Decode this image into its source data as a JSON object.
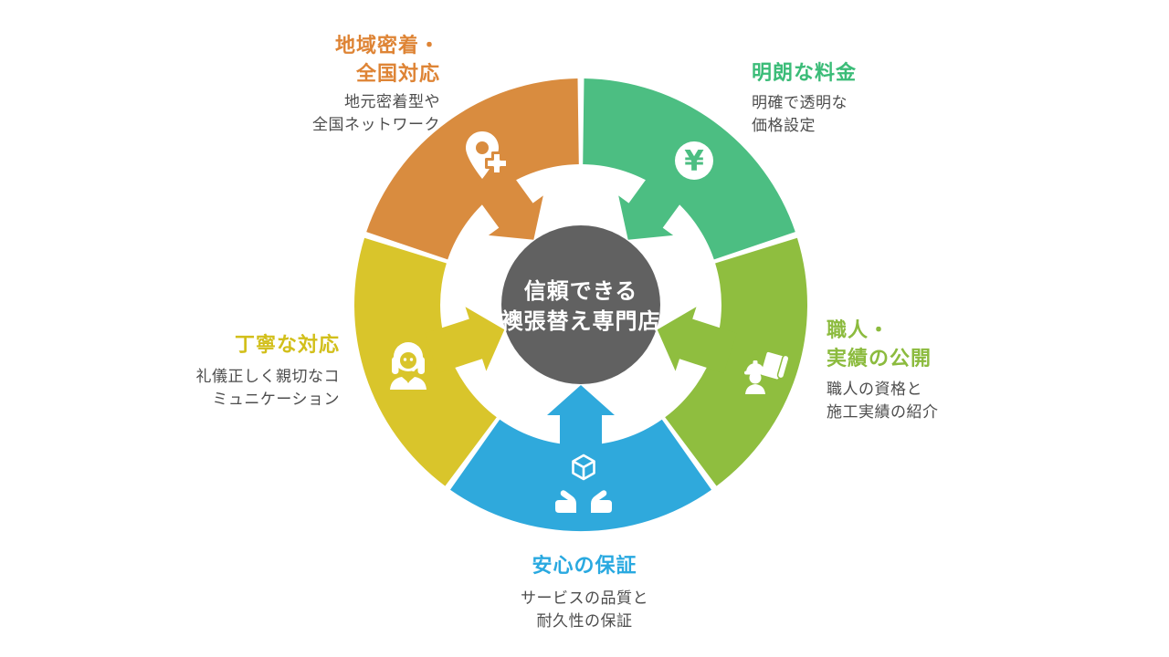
{
  "page": {
    "background": "#ffffff"
  },
  "center": {
    "title": "信頼できる\n襖張替え専門店",
    "bg_color": "#616161",
    "text_color": "#ffffff"
  },
  "colors": {
    "description": "#4D4D4D"
  },
  "segments": [
    {
      "id": "pricing",
      "label": "明朗な料金",
      "description": "明確で透明な\n価格設定",
      "color": "#4CBE82",
      "label_color": "#3BBC78",
      "icon": "yen-coin"
    },
    {
      "id": "craftsman",
      "label": "職人・\n実績の公開",
      "description": "職人の資格と\n施工実績の紹介",
      "color": "#8FBE3F",
      "label_color": "#8CBB3E",
      "icon": "worker-document"
    },
    {
      "id": "guarantee",
      "label": "安心の保証",
      "description": "サービスの品質と\n耐久性の保証",
      "color": "#2FA9DC",
      "label_color": "#29A9E0",
      "icon": "hands-box"
    },
    {
      "id": "polite",
      "label": "丁寧な対応",
      "description": "礼儀正しく親切なコ\nミュニケーション",
      "color": "#D9C52B",
      "label_color": "#D2BF1A",
      "icon": "support-agent"
    },
    {
      "id": "region",
      "label": "地域密着・\n全国対応",
      "description": "地元密着型や\n全国ネットワーク",
      "color": "#D98C3F",
      "label_color": "#DE8435",
      "icon": "location-pin-plus"
    }
  ],
  "icons": {
    "yen_symbol": "¥"
  }
}
